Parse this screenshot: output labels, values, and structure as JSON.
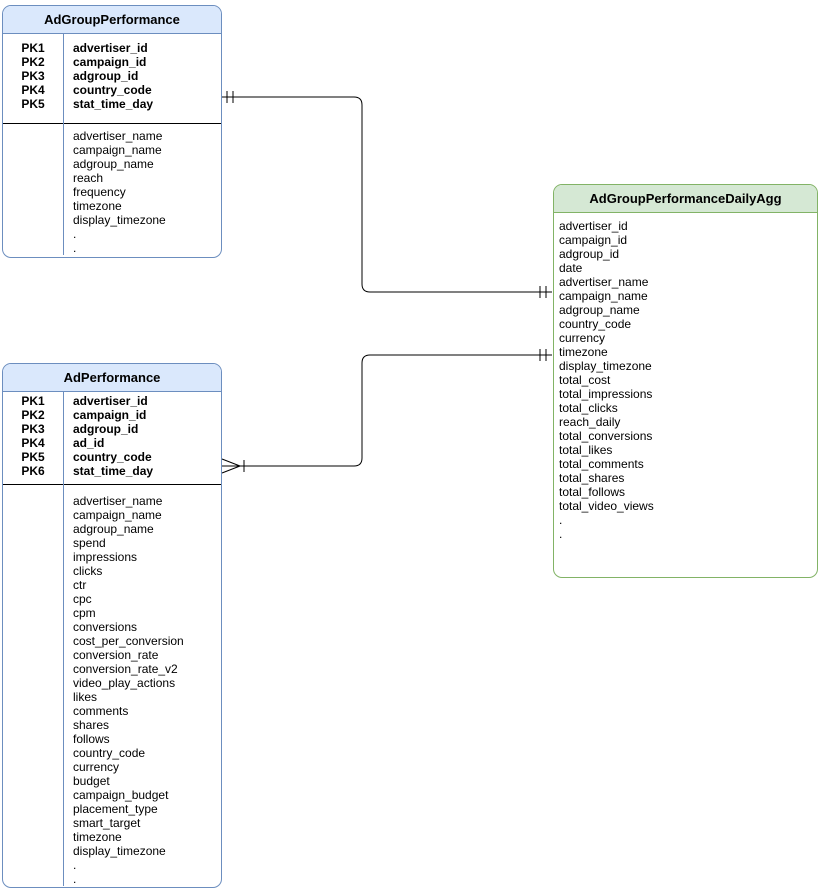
{
  "diagram": {
    "type": "entity-relationship-diagram",
    "entities": [
      {
        "name": "AdGroupPerformance",
        "theme": "blue",
        "primary_keys": [
          {
            "key": "PK1",
            "field": "advertiser_id"
          },
          {
            "key": "PK2",
            "field": "campaign_id"
          },
          {
            "key": "PK3",
            "field": "adgroup_id"
          },
          {
            "key": "PK4",
            "field": "country_code"
          },
          {
            "key": "PK5",
            "field": "stat_time_day"
          }
        ],
        "attributes": [
          "advertiser_name",
          "campaign_name",
          "adgroup_name",
          "reach",
          "frequency",
          "timezone",
          "display_timezone",
          ".",
          "."
        ]
      },
      {
        "name": "AdPerformance",
        "theme": "blue",
        "primary_keys": [
          {
            "key": "PK1",
            "field": "advertiser_id"
          },
          {
            "key": "PK2",
            "field": "campaign_id"
          },
          {
            "key": "PK3",
            "field": "adgroup_id"
          },
          {
            "key": "PK4",
            "field": "ad_id"
          },
          {
            "key": "PK5",
            "field": "country_code"
          },
          {
            "key": "PK6",
            "field": "stat_time_day"
          }
        ],
        "attributes": [
          "advertiser_name",
          "campaign_name",
          "adgroup_name",
          "spend",
          "impressions",
          "clicks",
          "ctr",
          "cpc",
          "cpm",
          "conversions",
          "cost_per_conversion",
          "conversion_rate",
          "conversion_rate_v2",
          "video_play_actions",
          "likes",
          "comments",
          "shares",
          "follows",
          "country_code",
          "currency",
          "budget",
          "campaign_budget",
          "placement_type",
          "smart_target",
          "timezone",
          "display_timezone",
          ".",
          "."
        ]
      },
      {
        "name": "AdGroupPerformanceDailyAgg",
        "theme": "green",
        "primary_keys": [],
        "attributes": [
          "advertiser_id",
          "campaign_id",
          "adgroup_id",
          "date",
          "advertiser_name",
          "campaign_name",
          "adgroup_name",
          "country_code",
          "currency",
          "timezone",
          "display_timezone",
          "total_cost",
          "total_impressions",
          "total_clicks",
          "reach_daily",
          "total_conversions",
          "total_likes",
          "total_comments",
          "total_shares",
          "total_follows",
          "total_video_views",
          ".",
          "."
        ]
      }
    ],
    "relationships": [
      {
        "from_entity": "AdGroupPerformance",
        "to_entity": "AdGroupPerformanceDailyAgg",
        "from_cardinality": "one and only one",
        "to_cardinality": "one and only one"
      },
      {
        "from_entity": "AdPerformance",
        "to_entity": "AdGroupPerformanceDailyAgg",
        "from_cardinality": "one or many",
        "to_cardinality": "one and only one"
      }
    ],
    "colors": {
      "blue_fill": "#dae8fc",
      "blue_border": "#6c8ebf",
      "green_fill": "#d5e8d4",
      "green_border": "#82b366",
      "connector": "#000000",
      "text": "#000000",
      "background": "#ffffff"
    }
  }
}
